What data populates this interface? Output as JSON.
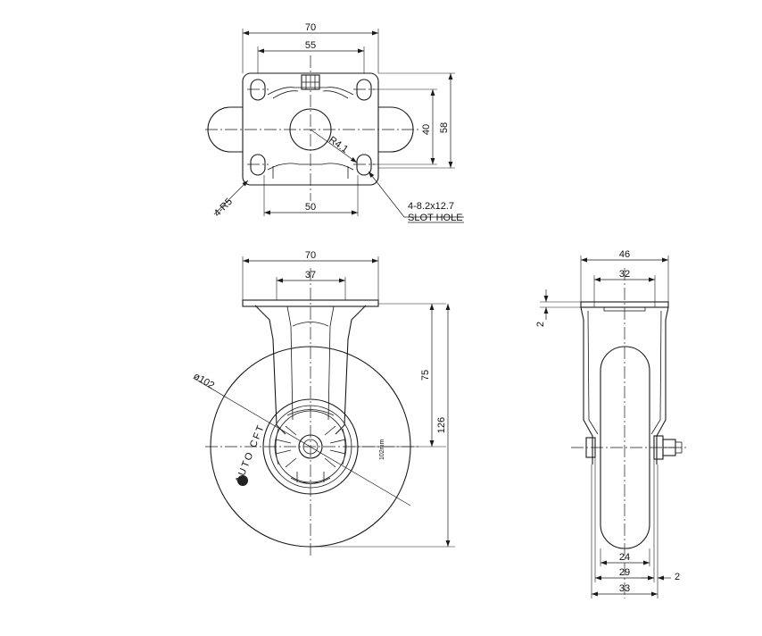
{
  "top_view": {
    "dim_overall_width": "70",
    "dim_hole_spacing_x": "55",
    "dim_slot_spacing_y": "40",
    "dim_overall_height": "58",
    "dim_bottom_spacing": "50",
    "corner_radius": "4-R5",
    "edge_radius": "R4.1",
    "slot_spec": "4-8.2x12.7",
    "slot_label": "SLOT HOLE"
  },
  "front_view": {
    "dim_overall_width": "70",
    "dim_fork_width": "37",
    "dim_axle_height": "75",
    "dim_total_height": "126",
    "wheel_diameter": "ø102",
    "brand_text": "AUTO CFT",
    "wheel_size_text": "102mm"
  },
  "side_view": {
    "dim_plate_width": "46",
    "dim_fork_inner": "32",
    "dim_plate_thickness": "2",
    "dim_tread_width": "24",
    "dim_hub_width": "29",
    "dim_overall_width": "33",
    "dim_side_offset": "2"
  }
}
